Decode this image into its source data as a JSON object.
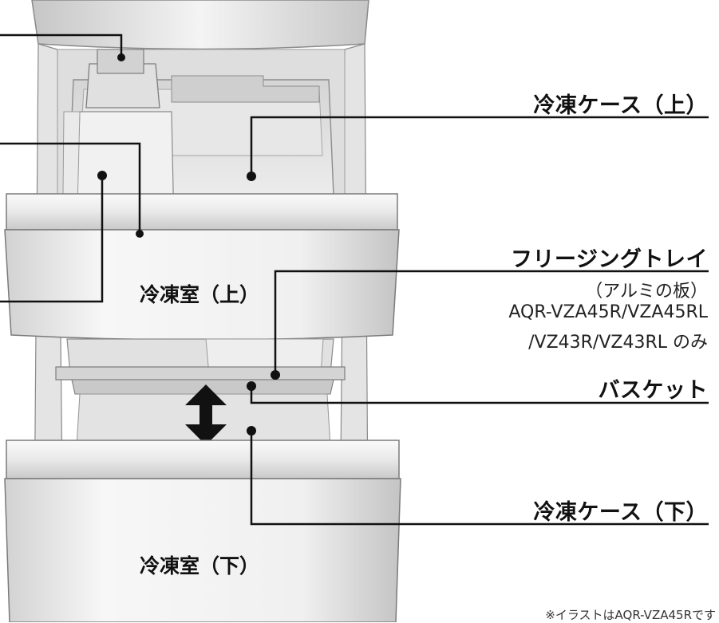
{
  "labels": {
    "freezer_case_upper": "冷凍ケース（上）",
    "freezing_tray": "フリージングトレイ",
    "freezing_tray_note_1": "（アルミの板）",
    "freezing_tray_note_2": "AQR-VZA45R/VZA45RL",
    "freezing_tray_note_3": "/VZ43R/VZ43RL のみ",
    "basket": "バスケット",
    "freezer_case_lower": "冷凍ケース（下）",
    "freezer_compartment_upper": "冷凍室（上）",
    "freezer_compartment_lower": "冷凍室（下）",
    "illustration_note": "※イラストはAQR-VZA45Rです"
  },
  "colors": {
    "leader_line": "#111111",
    "panel_light": "#f1f1f1",
    "panel_mid": "#d6d6d6",
    "panel_dark": "#a9a9a9",
    "outline": "#7d7d7d"
  }
}
